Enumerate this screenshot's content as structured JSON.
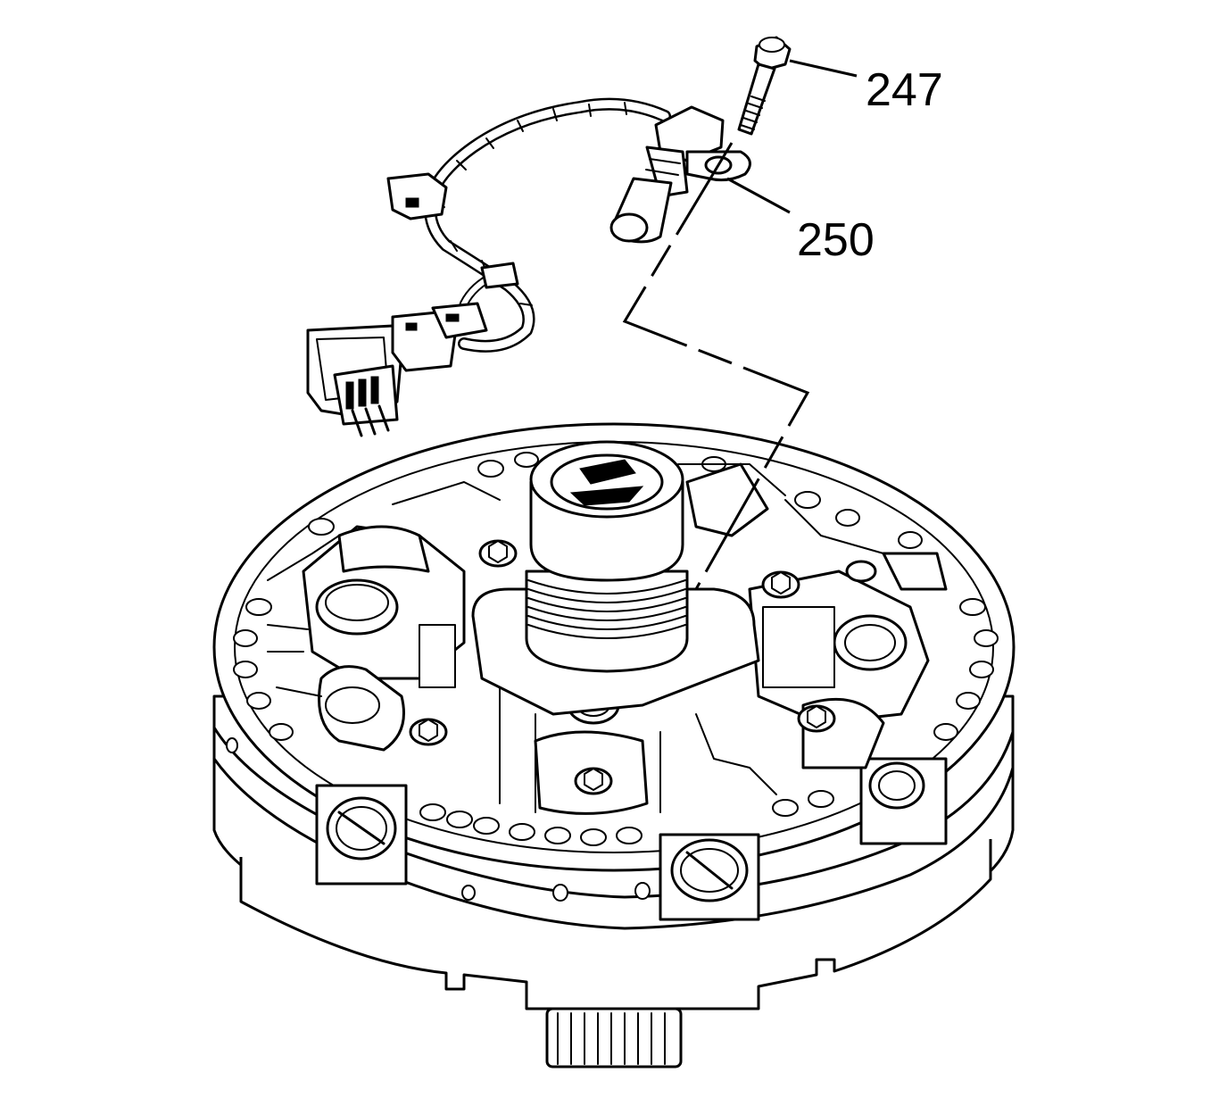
{
  "diagram": {
    "colors": {
      "line": "#000000",
      "background": "#ffffff"
    },
    "callouts": [
      {
        "id": "247",
        "label": "247",
        "points_to": "bolt"
      },
      {
        "id": "250",
        "label": "250",
        "points_to": "speed-sensor"
      }
    ]
  }
}
